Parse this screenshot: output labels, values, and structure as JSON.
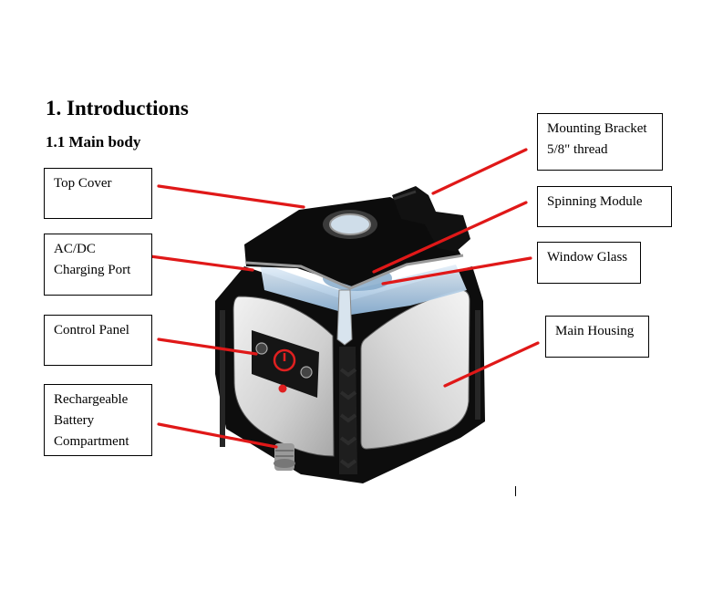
{
  "heading": "1. Introductions",
  "subheading": "1.1 Main body",
  "labels": {
    "top_cover": [
      "Top Cover"
    ],
    "charging_port": [
      "AC/DC",
      "Charging Port"
    ],
    "control_panel": [
      "Control Panel"
    ],
    "battery": [
      "Rechargeable",
      "Battery",
      "Compartment"
    ],
    "mounting_bracket": [
      "Mounting Bracket",
      "5/8\" thread"
    ],
    "spinning_module": [
      "Spinning Module"
    ],
    "window_glass": [
      "Window Glass"
    ],
    "main_housing": [
      "Main Housing"
    ]
  },
  "colors": {
    "leader_line": "#e01818",
    "body": "#0d0d0d",
    "panel": "#d6d6d6",
    "glass": "#bcd4ea",
    "button": "#e02020"
  }
}
